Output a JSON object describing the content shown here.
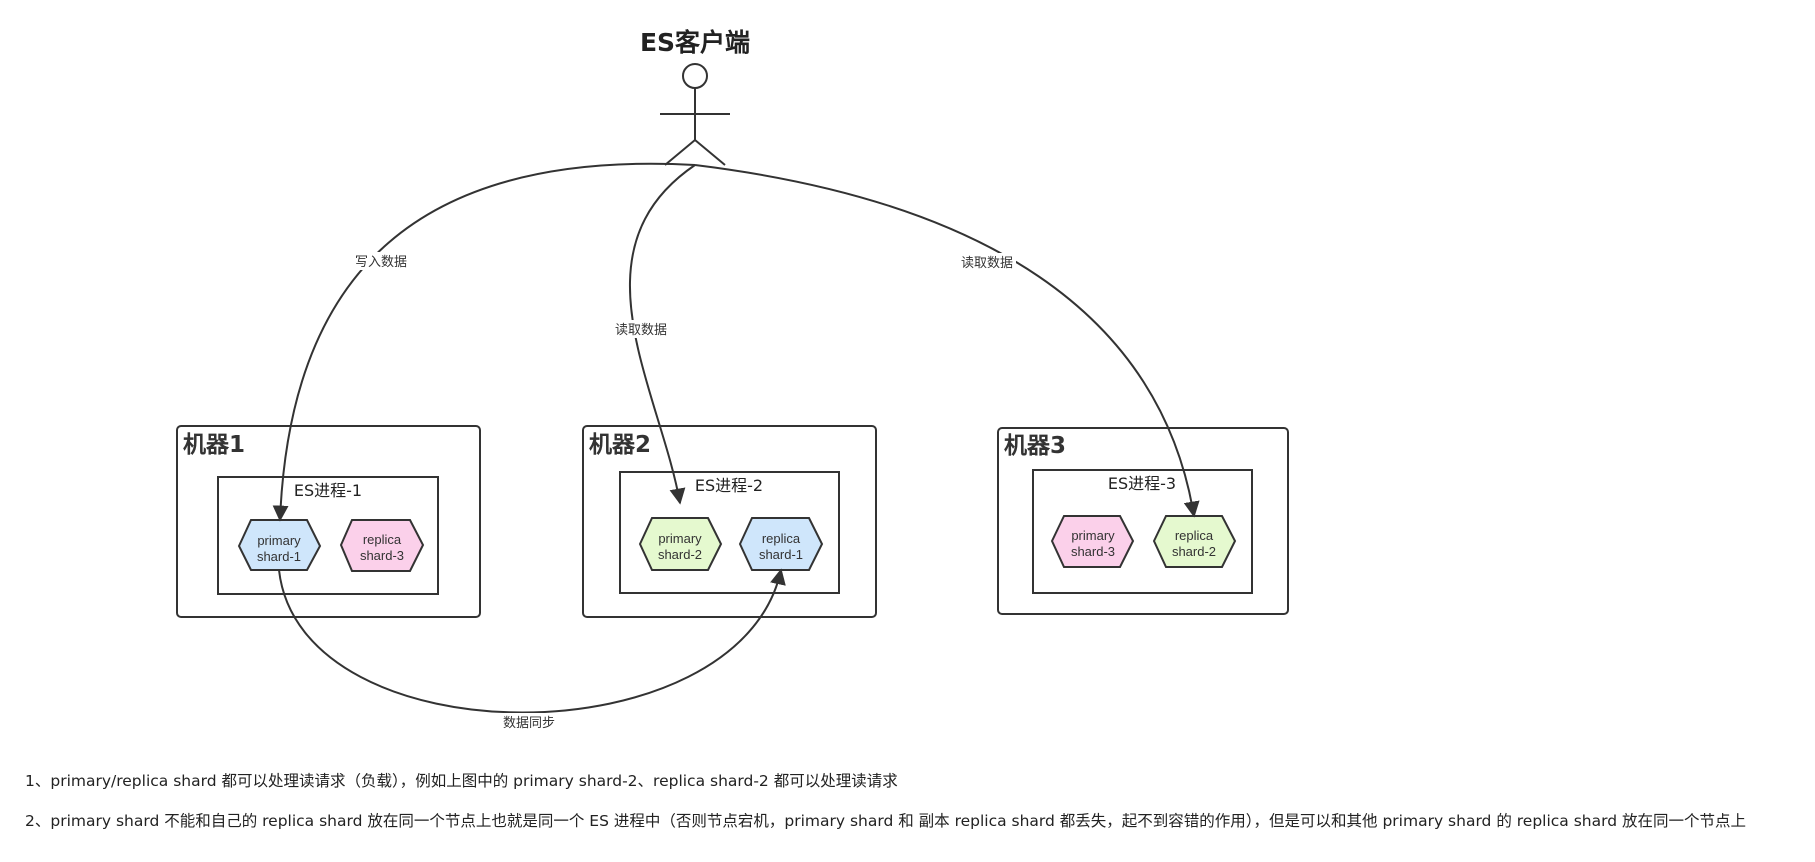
{
  "actor": {
    "label": "ES客户端"
  },
  "machines": [
    {
      "label": "机器1",
      "process": "ES进程-1",
      "shards": [
        {
          "label1": "primary",
          "label2": "shard-1",
          "color": "#cfe6fb"
        },
        {
          "label1": "replica",
          "label2": "shard-3",
          "color": "#fbd0ea"
        }
      ]
    },
    {
      "label": "机器2",
      "process": "ES进程-2",
      "shards": [
        {
          "label1": "primary",
          "label2": "shard-2",
          "color": "#e5f9cf"
        },
        {
          "label1": "replica",
          "label2": "shard-1",
          "color": "#cfe6fb"
        }
      ]
    },
    {
      "label": "机器3",
      "process": "ES进程-3",
      "shards": [
        {
          "label1": "primary",
          "label2": "shard-3",
          "color": "#fbd0ea"
        },
        {
          "label1": "replica",
          "label2": "shard-2",
          "color": "#e5f9cf"
        }
      ]
    }
  ],
  "edges": {
    "write": "写入数据",
    "read_middle": "读取数据",
    "read_right": "读取数据",
    "sync": "数据同步"
  },
  "notes": [
    "1、primary/replica shard 都可以处理读请求（负载），例如上图中的 primary shard-2、replica shard-2 都可以处理读请求",
    "2、primary shard 不能和自己的 replica shard 放在同一个节点上也就是同一个 ES 进程中（否则节点宕机，primary shard 和 副本 replica shard 都丢失，起不到容错的作用），但是可以和其他 primary shard 的 replica shard 放在同一个节点上"
  ]
}
